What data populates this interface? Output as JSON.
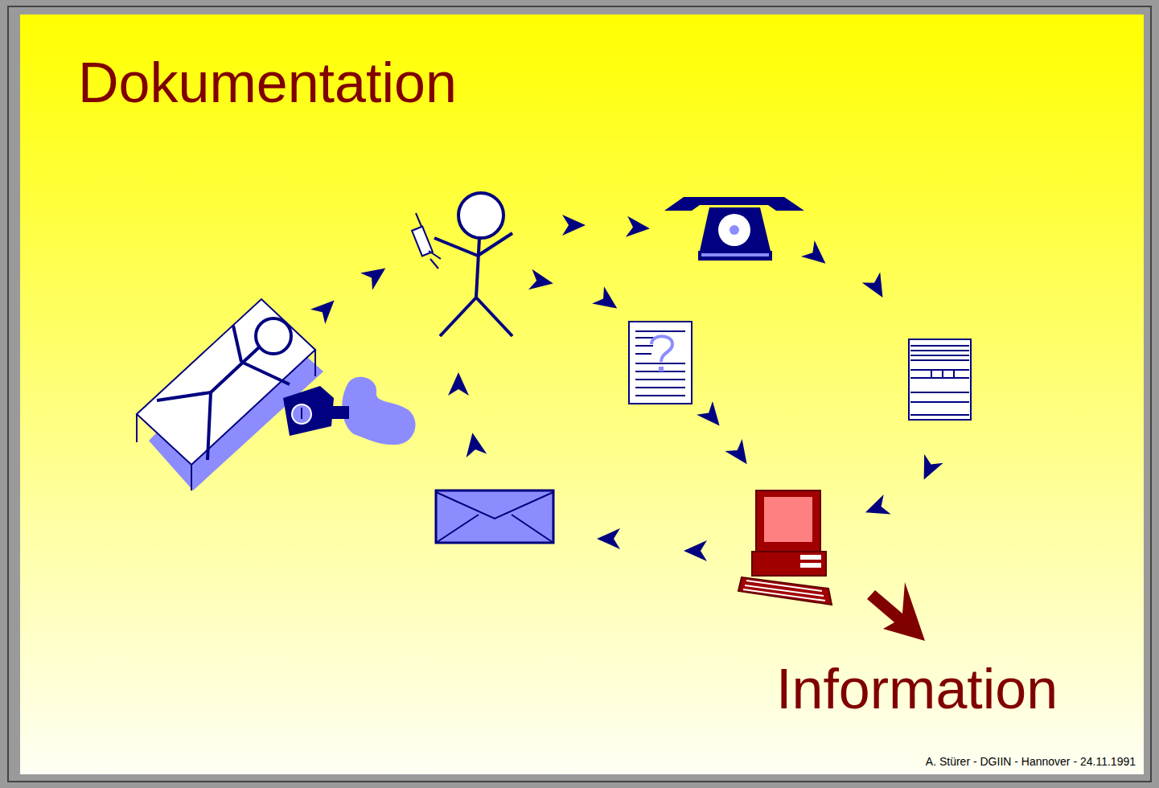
{
  "diagram": {
    "title": "Dokumentation",
    "labels": [
      "Information",
      "A. Stürer - DGIIN - Hannover - 24.11.1991"
    ]
  }
}
